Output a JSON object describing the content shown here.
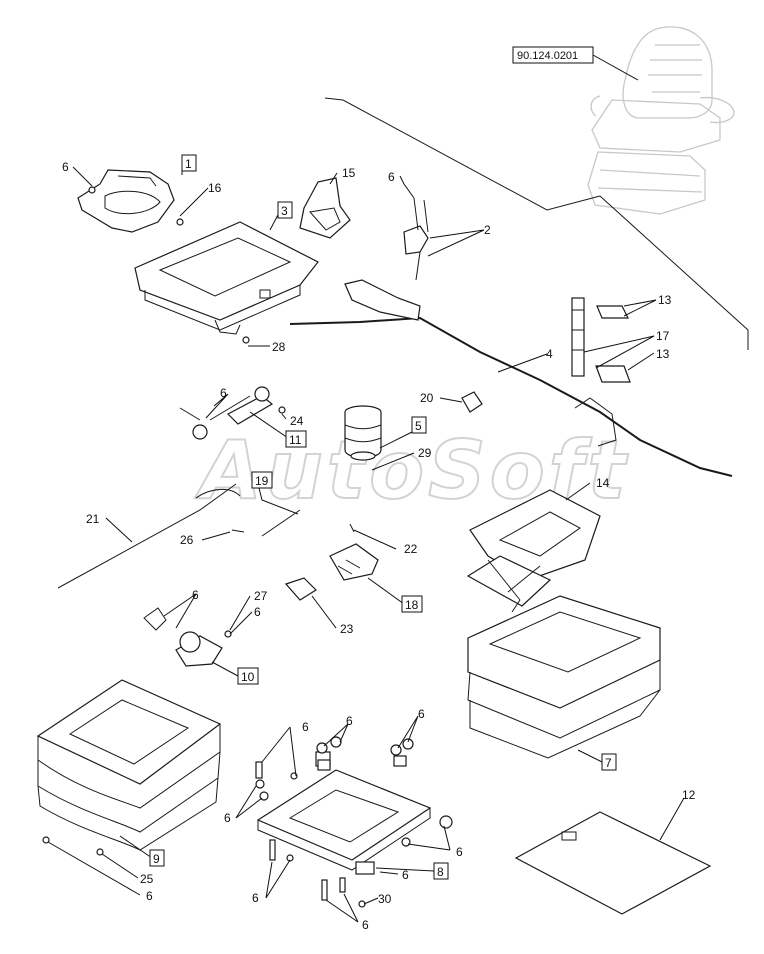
{
  "reference_code": "90.124.0201",
  "watermark": "AutoSoft",
  "callouts": {
    "c1": "1",
    "c2": "2",
    "c3": "3",
    "c4": "4",
    "c5": "5",
    "c6": "6",
    "c7": "7",
    "c8": "8",
    "c9": "9",
    "c10": "10",
    "c11": "11",
    "c12": "12",
    "c13": "13",
    "c14": "14",
    "c15": "15",
    "c16": "16",
    "c17": "17",
    "c18": "18",
    "c19": "19",
    "c20": "20",
    "c21": "21",
    "c22": "22",
    "c23": "23",
    "c24": "24",
    "c25": "25",
    "c26": "26",
    "c27": "27",
    "c28": "28",
    "c29": "29",
    "c30": "30"
  },
  "colors": {
    "line": "#1a1a1a",
    "watermark": "#d3d3d3",
    "background": "#ffffff"
  }
}
